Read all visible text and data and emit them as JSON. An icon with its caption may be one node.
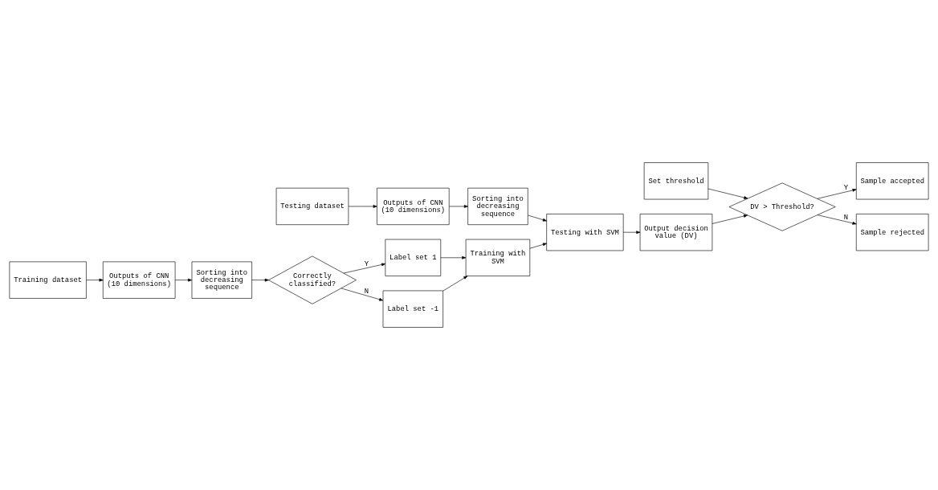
{
  "diagram": {
    "nodes": [
      {
        "text": [
          "Outputs of CNN (10 dimensions)"
        ]
      },
      {
        "text": [
          "Sorting into decreasing sequence"
        ]
      },
      {
        "text": [
          "Correctly classified?"
        ]
      },
      {
        "text": [
          "Training dataset"
        ]
      },
      {
        "text": [
          "Label set 1"
        ]
      },
      {
        "text": [
          "Label set -1"
        ]
      },
      {
        "text": [
          "Sample accepted"
        ]
      },
      {
        "text": [
          "Sample rejected"
        ]
      },
      {
        "text": [
          "Testing dataset"
        ]
      },
      {
        "text": [
          "Training with SVM"
        ]
      },
      {
        "text": [
          "Set threshold"
        ]
      },
      {
        "text": [
          "Outputs of CNN (10 dimensions)"
        ]
      },
      {
        "text": [
          "Sorting into decreasing sequence"
        ]
      },
      {
        "text": [
          "Testing with SVM"
        ]
      },
      {
        "text": [
          "Output decision value (DV)"
        ]
      },
      {
        "text": [
          "DV > Threshold?"
        ]
      }
    ],
    "edges": [
      {
        "from": 3,
        "to": 0,
        "arrow": "to"
      },
      {
        "from": 0,
        "to": 1,
        "arrow": "to"
      },
      {
        "from": 1,
        "to": 2,
        "arrow": "to"
      },
      {
        "from": 2,
        "to": 4,
        "arrow": "to",
        "label": "Y"
      },
      {
        "from": 2,
        "to": 5,
        "arrow": "to",
        "label": "N"
      },
      {
        "from": 4,
        "to": 9,
        "arrow": "to"
      },
      {
        "from": 5,
        "to": 9,
        "arrow": "to"
      },
      {
        "from": 8,
        "to": 11,
        "arrow": "to"
      },
      {
        "from": 11,
        "to": 12,
        "arrow": "to"
      },
      {
        "from": 12,
        "to": 13,
        "arrow": "to"
      },
      {
        "from": 9,
        "to": 13,
        "arrow": "to"
      },
      {
        "from": 13,
        "to": 14,
        "arrow": "to"
      },
      {
        "from": 14,
        "to": 15,
        "arrow": "to"
      },
      {
        "from": 10,
        "to": 15,
        "arrow": "to"
      },
      {
        "from": 15,
        "to": 6,
        "arrow": "to",
        "label": "Y"
      },
      {
        "from": 15,
        "to": 7,
        "arrow": "to",
        "label": "N"
      }
    ]
  }
}
